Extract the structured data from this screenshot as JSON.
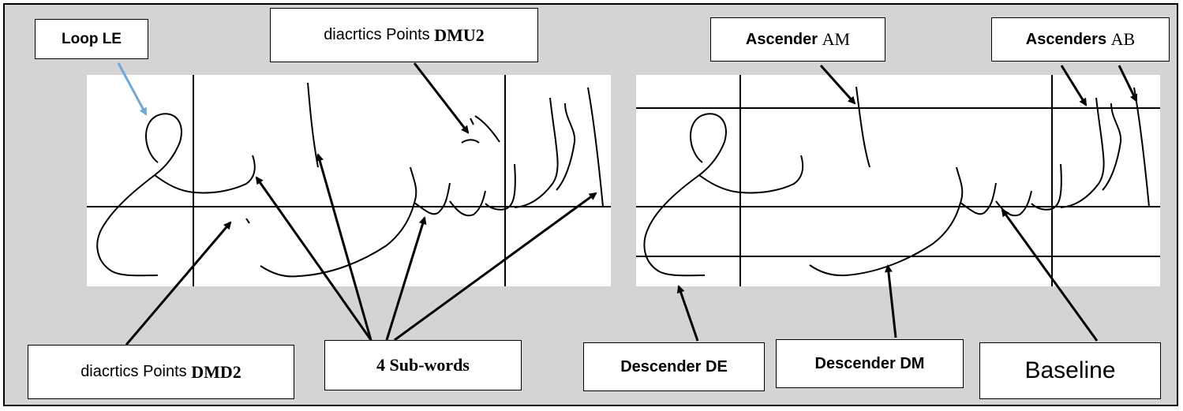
{
  "labels": {
    "loop_le": "Loop LE",
    "dmu2_prefix": "diacrtics Points ",
    "dmu2_code": "DMU2",
    "dmd2_prefix": "diacrtics Points ",
    "dmd2_code": "DMD2",
    "sub_words": "4 Sub-words",
    "ascender_am_prefix": "Ascender ",
    "ascender_am_code": "AM",
    "ascenders_ab_prefix": "Ascenders ",
    "ascenders_ab_code": "AB",
    "descender_de": "Descender DE",
    "descender_dm": "Descender DM",
    "baseline": "Baseline"
  },
  "colors": {
    "background": "#d4d4d4",
    "panel": "#ffffff",
    "ink": "#000000",
    "loop_arrow": "#6fa8d8"
  }
}
